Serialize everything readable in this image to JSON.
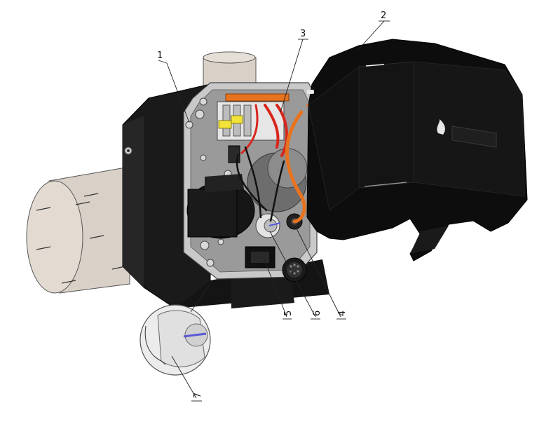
{
  "diagram": {
    "callouts": [
      {
        "id": "1",
        "label": "1"
      },
      {
        "id": "2",
        "label": "2"
      },
      {
        "id": "3",
        "label": "3"
      },
      {
        "id": "4",
        "label": "4"
      },
      {
        "id": "5",
        "label": "5"
      },
      {
        "id": "6",
        "label": "6"
      },
      {
        "id": "7",
        "label": "7"
      }
    ],
    "colors": {
      "housing": "#1a1a1a",
      "cover": "#0d0d0d",
      "panel": "#c9c9c9",
      "tube": "#d9d1c8",
      "wire_red": "#d8261c",
      "wire_orange": "#e8731e",
      "connector_yellow": "#f2e33a",
      "indicator_blue": "#5a5ad8"
    },
    "icons": [
      "flame-logo-icon"
    ]
  }
}
